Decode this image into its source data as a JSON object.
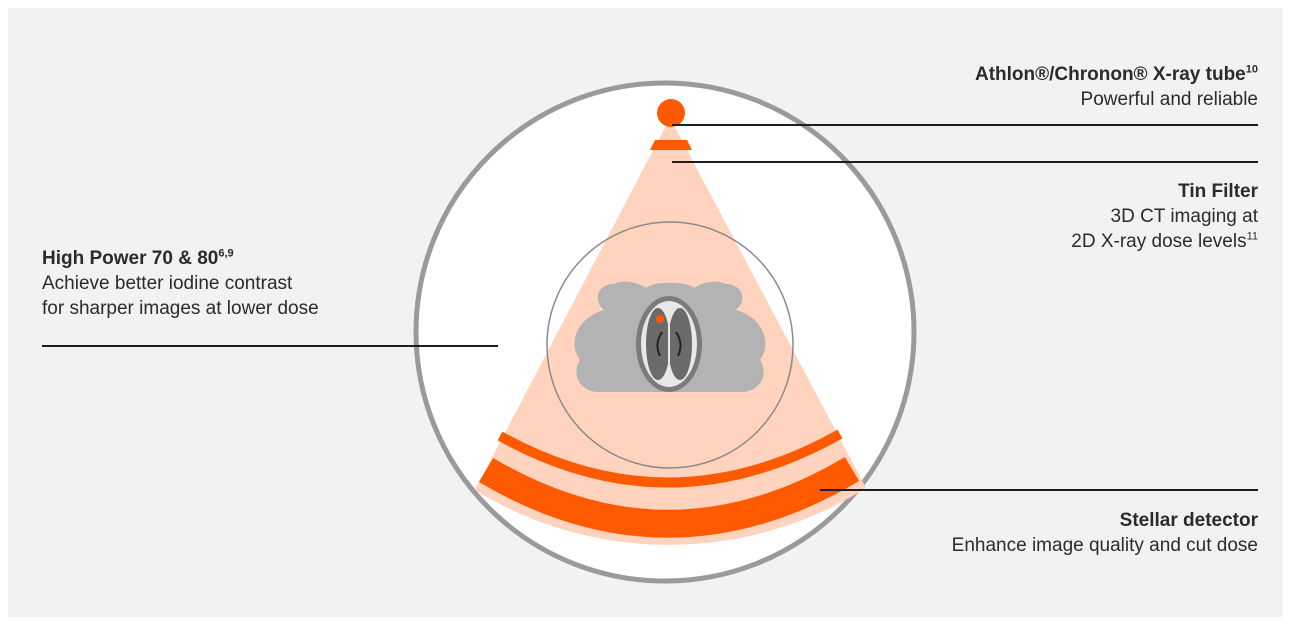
{
  "colors": {
    "background": "#f1f2f2",
    "accent_orange": "#ff5a00",
    "beam_fill": "#ffd3bd",
    "circle_stroke": "#9a9a9a",
    "head_gray": "#b3b3b3",
    "brain_gray": "#6b6b6b",
    "text": "#2b2b2b",
    "leader_line": "#1e1e1e"
  },
  "labels": {
    "tube": {
      "title": "Athlon®/Chronon® X-ray tube",
      "title_sup": "10",
      "subtitle": "Powerful and reliable"
    },
    "tin_filter": {
      "title": "Tin Filter",
      "line1": "3D CT imaging at",
      "line2": "2D X-ray dose levels",
      "line2_sup": "11"
    },
    "high_power": {
      "title": "High Power 70 & 80",
      "title_sup": "6,9",
      "line1": "Achieve better iodine contrast",
      "line2": "for sharper images at lower dose"
    },
    "detector": {
      "title": "Stellar detector",
      "subtitle": "Enhance image quality and cut dose"
    }
  },
  "icons": {
    "xray_source": "orange-dot-icon",
    "filter": "orange-bar-icon",
    "patient_head": "head-crosssection-icon",
    "lesion": "orange-lesion-dot-icon"
  }
}
